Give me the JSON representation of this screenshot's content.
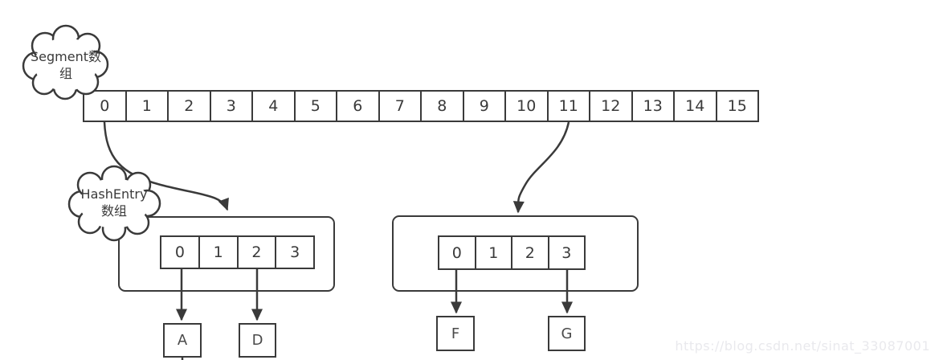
{
  "clouds": {
    "segment": {
      "line1": "Segment数",
      "line2": "组"
    },
    "hashentry": {
      "line1": "HashEntry",
      "line2": "数组"
    }
  },
  "segment_array": {
    "cells": [
      "0",
      "1",
      "2",
      "3",
      "4",
      "5",
      "6",
      "7",
      "8",
      "9",
      "10",
      "11",
      "12",
      "13",
      "14",
      "15"
    ]
  },
  "hashentry_array_left": {
    "cells": [
      "0",
      "1",
      "2",
      "3"
    ]
  },
  "hashentry_array_right": {
    "cells": [
      "0",
      "1",
      "2",
      "3"
    ]
  },
  "entry_nodes": {
    "a": "A",
    "d": "D",
    "f": "F",
    "g": "G"
  },
  "edges": [
    {
      "from": "segment_array.cell.0",
      "to": "hashentry_array_left"
    },
    {
      "from": "segment_array.cell.11",
      "to": "hashentry_array_right"
    },
    {
      "from": "hashentry_array_left.cell.0",
      "to": "entry_node.A"
    },
    {
      "from": "hashentry_array_left.cell.2",
      "to": "entry_node.D"
    },
    {
      "from": "hashentry_array_right.cell.0",
      "to": "entry_node.F"
    },
    {
      "from": "hashentry_array_right.cell.3",
      "to": "entry_node.G"
    }
  ],
  "watermark": {
    "text": "https://blog.csdn.net/sinat_33087001"
  },
  "colors": {
    "line": "#3a3a3a",
    "background": "#ffffff",
    "watermark_text": "#e9e9ed"
  }
}
